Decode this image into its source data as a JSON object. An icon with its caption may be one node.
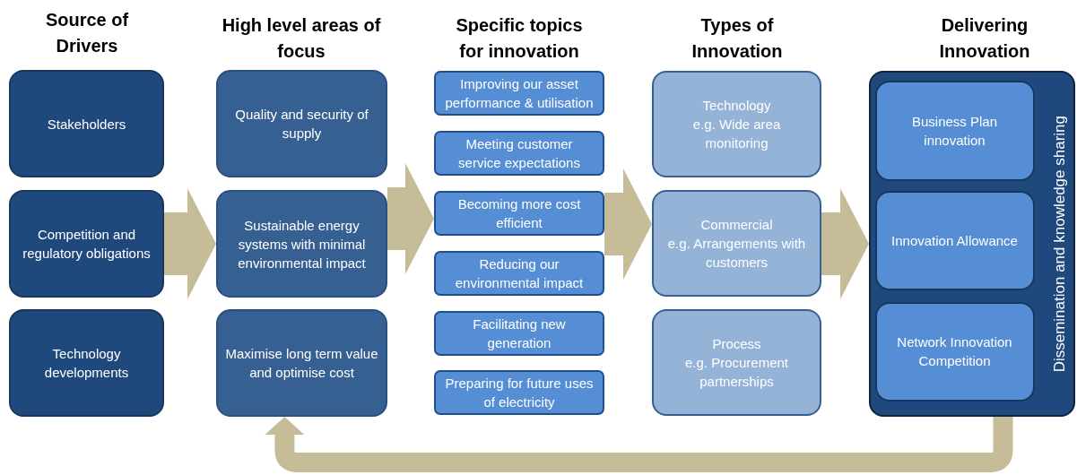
{
  "diagram": {
    "nodes": [
      {
        "text": [
          "Stakeholders"
        ]
      },
      {
        "text": [
          "Competition and regulatory obligations"
        ]
      },
      {
        "text": [
          "Technology developments"
        ]
      },
      {
        "text": [
          "Quality and security of supply"
        ]
      },
      {
        "text": [
          "Sustainable energy systems with minimal environmental impact"
        ]
      },
      {
        "text": [
          "Maximise long term value and optimise cost"
        ]
      },
      {
        "text": [
          "Improving our asset performance & utilisation"
        ]
      },
      {
        "text": [
          "Meeting customer service expectations"
        ]
      },
      {
        "text": [
          "Becoming more cost efficient"
        ]
      },
      {
        "text": [
          "Reducing our environmental impact"
        ]
      },
      {
        "text": [
          "Facilitating new generation"
        ]
      },
      {
        "text": [
          "Preparing for future uses of electricity"
        ]
      },
      {
        "text": [
          "Technology",
          "e.g. Wide area monitoring"
        ]
      },
      {
        "text": [
          "Commercial",
          "e.g. Arrangements with customers"
        ]
      },
      {
        "text": [
          "Process",
          "e.g. Procurement partnerships"
        ]
      },
      {
        "text": [
          "Dissemination and knowledge sharing"
        ]
      },
      {
        "text": [
          "Business Plan innovation"
        ],
        "in": 15
      },
      {
        "text": [
          "Innovation Allowance"
        ],
        "in": 15
      },
      {
        "text": [
          "Network Innovation Competition"
        ],
        "in": 15
      }
    ],
    "edges": [
      {
        "from": 1,
        "to": 4,
        "arrow": "to"
      },
      {
        "from": 4,
        "to": 8,
        "arrow": "to"
      },
      {
        "from": 8,
        "to": 13,
        "arrow": "to"
      },
      {
        "from": 13,
        "to": 15,
        "arrow": "to"
      },
      {
        "from": 15,
        "to": 5,
        "arrow": "to"
      }
    ],
    "labels": [
      "Source of Drivers",
      "High level areas of focus",
      "Specific topics for innovation",
      "Types of Innovation",
      "Delivering Innovation"
    ]
  }
}
